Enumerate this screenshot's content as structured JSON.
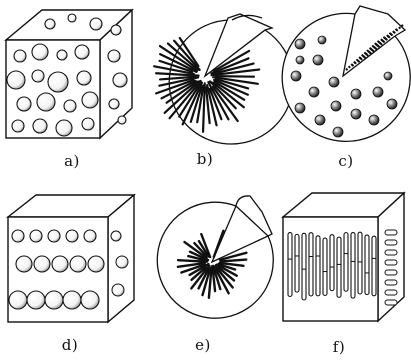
{
  "captions": [
    "a)",
    "b)",
    "c)",
    "d)",
    "e)",
    "f)"
  ],
  "colors": {
    "ink": "#111111",
    "paper": "#ffffff"
  }
}
